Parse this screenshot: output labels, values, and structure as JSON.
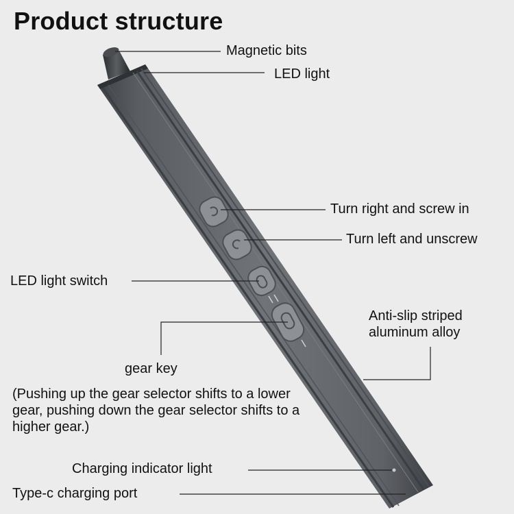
{
  "title": "Product structure",
  "labels": {
    "magnetic_bits": "Magnetic bits",
    "led_light": "LED light",
    "turn_right": "Turn right and screw in",
    "turn_left": "Turn left and unscrew",
    "led_switch": "LED light switch",
    "anti_slip_line1": "Anti-slip striped",
    "anti_slip_line2": "aluminum alloy",
    "gear_key": "gear key",
    "gear_note": "(Pushing up the gear selector shifts to a lower gear, pushing down the gear selector shifts to a higher gear.)",
    "charging_indicator": "Charging indicator light",
    "type_c_port": "Type-c charging port"
  },
  "colors": {
    "background": "#ececec",
    "body": "#6b6e72",
    "body_dark": "#45484c",
    "button": "#8d9094",
    "leader_line": "#222222"
  }
}
